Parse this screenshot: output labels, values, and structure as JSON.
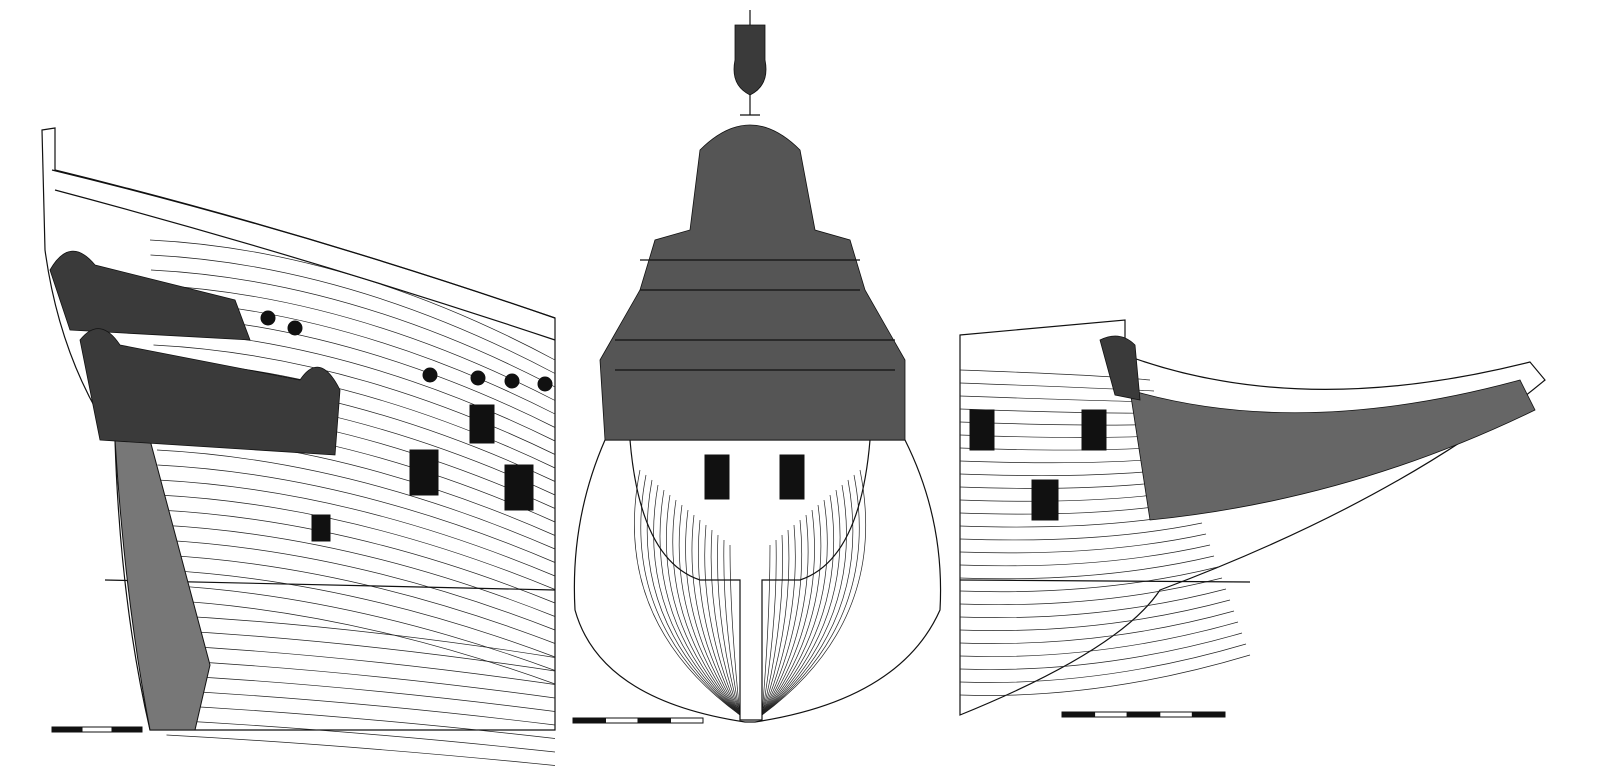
{
  "drawing": {
    "views": [
      "stern-quarter-side",
      "stern-elevation",
      "bow-side"
    ],
    "line_color": "#111111",
    "background": "#ffffff"
  },
  "scale_bars": [
    {
      "segments": 3
    },
    {
      "segments": 4
    },
    {
      "segments": 5
    }
  ]
}
